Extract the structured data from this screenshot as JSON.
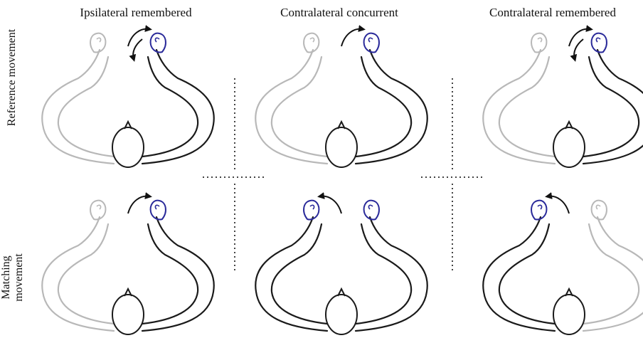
{
  "columns": [
    {
      "title": "Ipsilateral remembered"
    },
    {
      "title": "Contralateral concurrent"
    },
    {
      "title": "Contralateral remembered"
    }
  ],
  "rows": [
    {
      "label": "Reference movement"
    },
    {
      "label_line1": "Matching",
      "label_line2": "movement"
    }
  ],
  "colors": {
    "active_hand": "#2a2a9a",
    "dark_stroke": "#1a1a1a",
    "faded_stroke": "#b8b8b8",
    "separator": "#444444"
  },
  "panels": [
    {
      "id": "ipsi-ref",
      "left_arm": "faded",
      "right_arm": "dark",
      "blue_hand": "right",
      "arrow": "both"
    },
    {
      "id": "contra-ref",
      "left_arm": "faded",
      "right_arm": "dark",
      "blue_hand": "right",
      "arrow": "right"
    },
    {
      "id": "contra-rem-ref",
      "left_arm": "faded",
      "right_arm": "dark",
      "blue_hand": "right",
      "arrow": "both"
    },
    {
      "id": "ipsi-match",
      "left_arm": "faded",
      "right_arm": "dark",
      "blue_hand": "right",
      "arrow": "right"
    },
    {
      "id": "contra-match",
      "left_arm": "dark",
      "right_arm": "dark",
      "blue_hand": "both",
      "arrow": "left"
    },
    {
      "id": "contra-rem-match",
      "left_arm": "dark",
      "right_arm": "faded",
      "blue_hand": "left",
      "arrow": "left"
    }
  ]
}
